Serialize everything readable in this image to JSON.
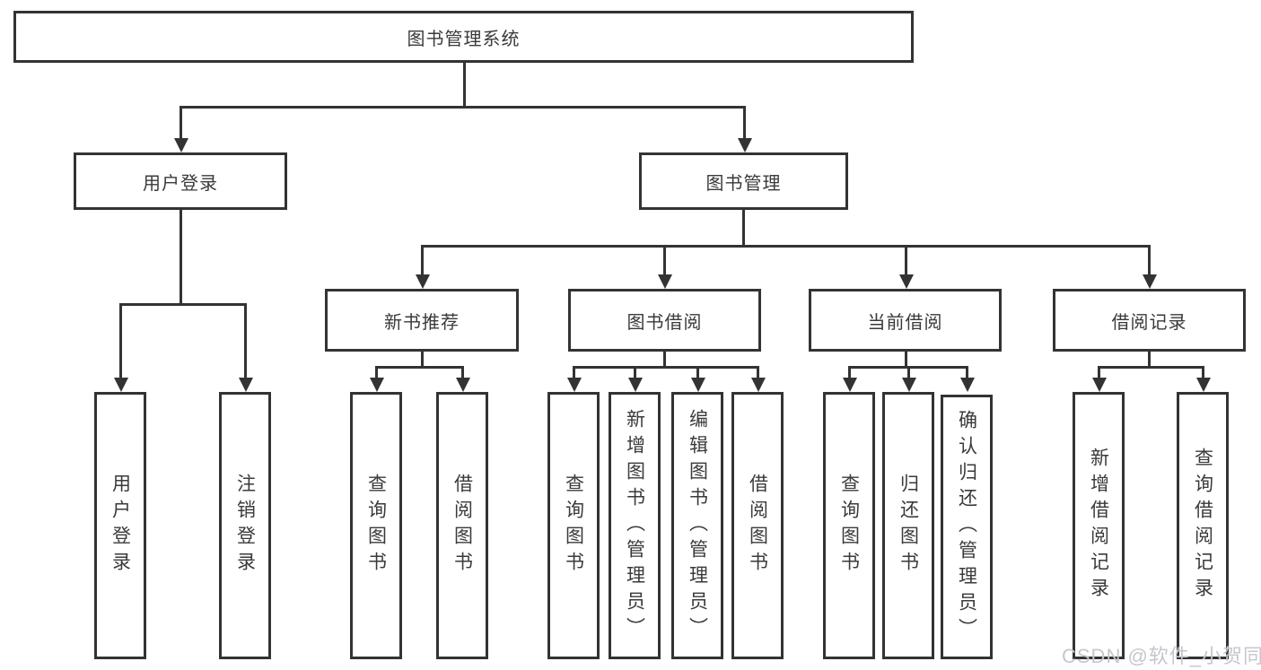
{
  "tree": {
    "label": "图书管理系统",
    "children": [
      {
        "label": "用户登录",
        "children": [
          {
            "label": "用户登录"
          },
          {
            "label": "注销登录"
          }
        ]
      },
      {
        "label": "图书管理",
        "children": [
          {
            "label": "新书推荐",
            "children": [
              {
                "label": "查询图书"
              },
              {
                "label": "借阅图书"
              }
            ]
          },
          {
            "label": "图书借阅",
            "children": [
              {
                "label": "查询图书"
              },
              {
                "label": "新增图书（管理员）"
              },
              {
                "label": "编辑图书（管理员）"
              },
              {
                "label": "借阅图书"
              }
            ]
          },
          {
            "label": "当前借阅",
            "children": [
              {
                "label": "查询图书"
              },
              {
                "label": "归还图书"
              },
              {
                "label": "确认归还（管理员）"
              }
            ]
          },
          {
            "label": "借阅记录",
            "children": [
              {
                "label": "新增借阅记录"
              },
              {
                "label": "查询借阅记录"
              }
            ]
          }
        ]
      }
    ]
  },
  "watermark": {
    "text": "CSDN @软件_小贺同学"
  },
  "colors": {
    "line": "#333333",
    "text": "#3a3a3a",
    "bg": "#ffffff",
    "watermark": "#c6c7cc"
  }
}
